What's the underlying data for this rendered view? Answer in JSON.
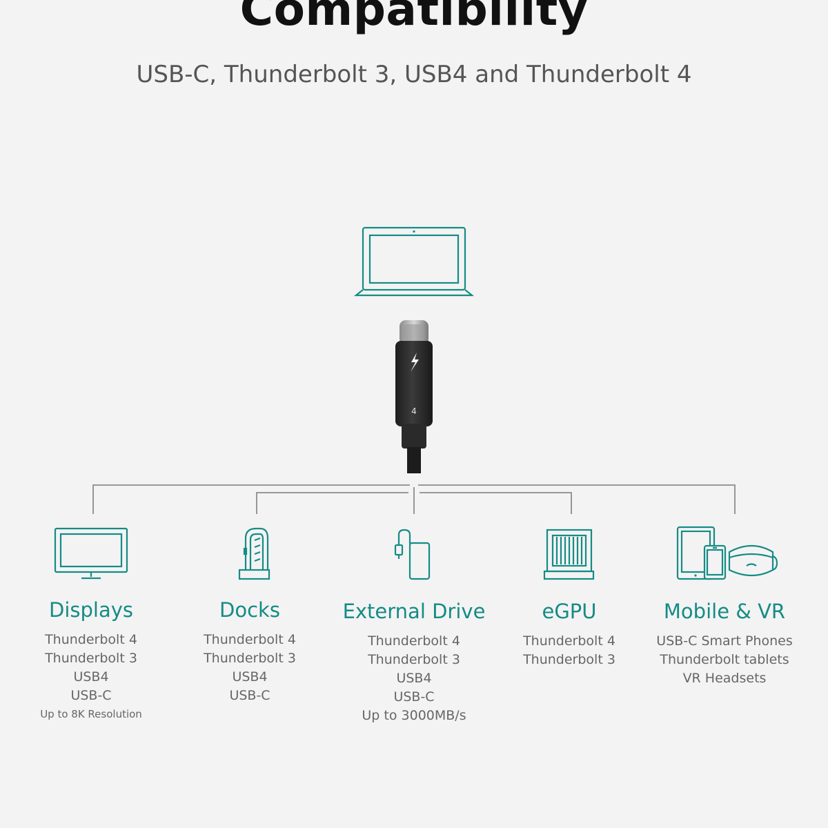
{
  "header": {
    "title": "Compatibility",
    "subtitle": "USB-C, Thunderbolt 3, USB4 and Thunderbolt 4"
  },
  "connector": {
    "label": "4"
  },
  "colors": {
    "accent": "#158b85",
    "line": "#888888",
    "cable": "#2f2f2f"
  },
  "categories": [
    {
      "title": "Displays",
      "icon": "monitor-icon",
      "items": [
        "Thunderbolt 4",
        "Thunderbolt 3",
        "USB4",
        "USB-C"
      ],
      "note": "Up to 8K Resolution"
    },
    {
      "title": "Docks",
      "icon": "dock-icon",
      "items": [
        "Thunderbolt 4",
        "Thunderbolt 3",
        "USB4",
        "USB-C"
      ]
    },
    {
      "title": "External Drive",
      "icon": "external-drive-icon",
      "items": [
        "Thunderbolt 4",
        "Thunderbolt 3",
        "USB4",
        "USB-C",
        "Up to 3000MB/s"
      ]
    },
    {
      "title": "eGPU",
      "icon": "egpu-icon",
      "items": [
        "Thunderbolt 4",
        "Thunderbolt 3"
      ]
    },
    {
      "title": "Mobile & VR",
      "icon": "mobile-vr-icon",
      "items": [
        "USB-C Smart Phones",
        "Thunderbolt tablets",
        "VR Headsets"
      ]
    }
  ]
}
